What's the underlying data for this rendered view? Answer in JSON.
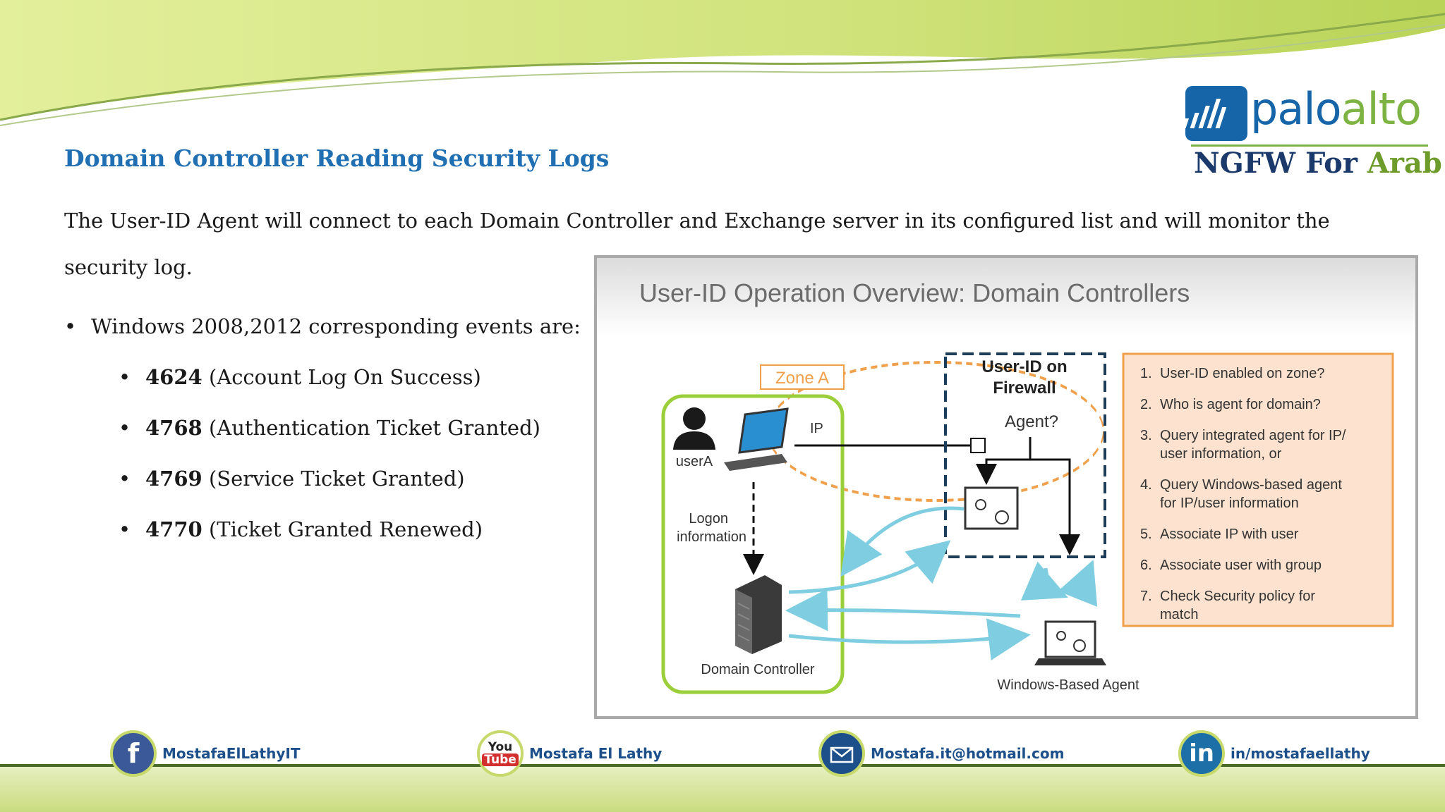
{
  "slide": {
    "title": "Domain Controller Reading Security Logs",
    "paragraph_line1": "The User-ID Agent will connect to each Domain Controller and Exchange server in its configured list and will monitor the",
    "paragraph_line2": "security log.",
    "bullet_main": "Windows 2008,2012 corresponding events are:",
    "events": [
      {
        "code": "4624",
        "desc": "(Account Log On Success)"
      },
      {
        "code": "4768",
        "desc": "(Authentication Ticket Granted)"
      },
      {
        "code": "4769",
        "desc": "(Service Ticket Granted)"
      },
      {
        "code": "4770",
        "desc": "(Ticket Granted Renewed)"
      }
    ],
    "bullet_glyph": "•"
  },
  "logo": {
    "brand_part1": "palo",
    "brand_part2": "alto",
    "tagline_part1": "NGFW For ",
    "tagline_part2": "Arab",
    "icon": "palo-alto-logo-icon"
  },
  "diagram": {
    "title": "User-ID Operation Overview: Domain Controllers",
    "zone_label": "Zone A",
    "user_label": "userA",
    "ip_label": "IP",
    "logon_label_1": "Logon",
    "logon_label_2": "information",
    "dc_label": "Domain Controller",
    "firewall_label_1": "User-ID on",
    "firewall_label_2": "Firewall",
    "agent_question": "Agent?",
    "windows_agent_label": "Windows-Based Agent",
    "steps": [
      {
        "num": "1.",
        "lines": [
          "User-ID enabled on zone?"
        ]
      },
      {
        "num": "2.",
        "lines": [
          "Who is agent for domain?"
        ]
      },
      {
        "num": "3.",
        "lines": [
          "Query integrated agent for IP/",
          "user information, or"
        ]
      },
      {
        "num": "4.",
        "lines": [
          "Query Windows-based agent",
          "for IP/user information"
        ]
      },
      {
        "num": "5.",
        "lines": [
          "Associate IP with user"
        ]
      },
      {
        "num": "6.",
        "lines": [
          "Associate user with group"
        ]
      },
      {
        "num": "7.",
        "lines": [
          "Check Security policy for",
          "match"
        ]
      }
    ],
    "colors": {
      "zone": "#f0a04b",
      "green": "#9bcf3a",
      "arrow": "#7fcde0",
      "steps_bg": "#fde3cf",
      "steps_border": "#f0a04b",
      "firewall_border": "#1e3d59"
    }
  },
  "footer": {
    "facebook": {
      "icon": "facebook-icon",
      "label": "MostafaElLathyIT",
      "glyph": "f"
    },
    "youtube": {
      "icon": "youtube-icon",
      "label": "Mostafa El Lathy",
      "glyph1": "You",
      "glyph2": "Tube"
    },
    "email": {
      "icon": "email-icon",
      "label": "Mostafa.it@hotmail.com"
    },
    "linkedin": {
      "icon": "linkedin-icon",
      "label": "in/mostafaellathy",
      "glyph": "in"
    }
  }
}
